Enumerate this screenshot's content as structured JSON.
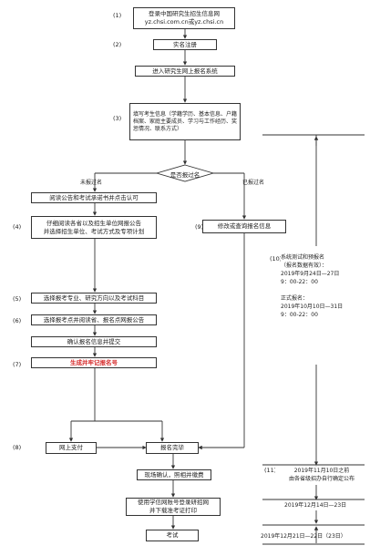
{
  "steps": {
    "s1": "(1)",
    "s2": "(2)",
    "s3": "(3)",
    "s4": "(4)",
    "s5": "(5)",
    "s6": "(6)",
    "s7": "(7)",
    "s8": "(8)",
    "s9": "(9)",
    "s10": "(10)",
    "s11": "(11)"
  },
  "boxes": {
    "login": "登录中国研究生招生信息网\nyz.chsi.com.cn或yz.chsi.cn",
    "realname": "实名注册",
    "enter_system": "进入研究生网上报名系统",
    "fill_info": "填写考生信息（学籍学历、基本信息、户籍档案、家庭主要成员、学习与工作经历、奖惩情况、联系方式）",
    "read_notice": "阅读公告和考试承诺书并点击认可",
    "carefully_read": "仔细阅读各省以及招生单位网报公告\n并选择招生单位、考试方式及专项计划",
    "choose_major": "选择报考专业、研究方向以及考试科目",
    "choose_site": "选择报考点并阅读省、报名点网报公告",
    "confirm": "确认报名信息并提交",
    "generate_id": "生成并牢记报名号",
    "online_pay": "网上支付",
    "done": "报名完毕",
    "modify": "修改或查询报名信息",
    "onsite": "现场确认，照相并缴费",
    "print_ticket": "使用学信网账号登录研招网\n并下载准考证打印",
    "exam": "考试"
  },
  "decision": {
    "label": "是否报过名",
    "no": "未报过名",
    "yes": "已报过名"
  },
  "notes": {
    "n10": "系统测试和预报名\n（报名数据有效）：\n2019年9月24日—27日\n9：00-22：00\n\n正式报名：\n2019年10月10日—31日\n9：00-22：00",
    "n11": "2019年11月10日之前\n由各省级招办自行确定公布",
    "print_date": "2019年12月14日—23日",
    "exam_date": "2019年12月21日—22日（23日）"
  }
}
